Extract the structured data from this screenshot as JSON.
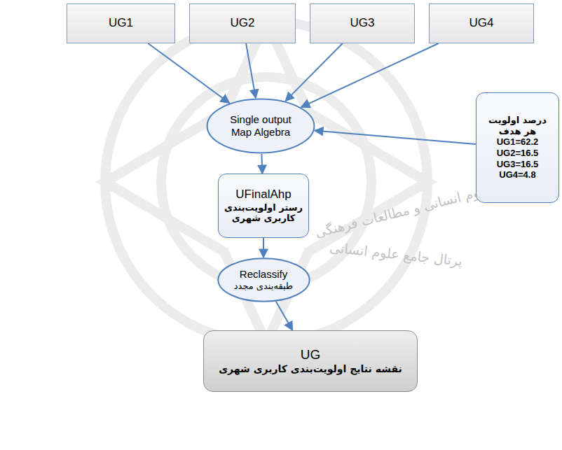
{
  "diagram": {
    "nodes": [
      {
        "text": [
          "UG1"
        ]
      },
      {
        "text": [
          "UG2"
        ]
      },
      {
        "text": [
          "UG3"
        ]
      },
      {
        "text": [
          "UG4"
        ]
      },
      {
        "text": [
          "Single output Map Algebra"
        ]
      },
      {
        "text": [
          "درصد اولویت هر هدف",
          "UG1=62.2",
          "UG2=16.5",
          "UG3=16.5",
          "UG4=4.8"
        ]
      },
      {
        "text": [
          "UFinalAhp",
          "رستر اولویت‌بندی کاربری شهری"
        ]
      },
      {
        "text": [
          "Reclassify",
          "طبقه‌بندی مجدد"
        ]
      },
      {
        "text": [
          "UG",
          "نقشه نتایج اولویت‌بندی کاربری شهری"
        ]
      }
    ],
    "edges": [
      {
        "from": 0,
        "to": 4,
        "arrow": "to"
      },
      {
        "from": 1,
        "to": 4,
        "arrow": "to"
      },
      {
        "from": 2,
        "to": 4,
        "arrow": "to"
      },
      {
        "from": 3,
        "to": 4,
        "arrow": "to"
      },
      {
        "from": 5,
        "to": 4,
        "arrow": "to"
      },
      {
        "from": 4,
        "to": 6,
        "arrow": "to"
      },
      {
        "from": 6,
        "to": 7,
        "arrow": "to"
      },
      {
        "from": 7,
        "to": 8,
        "arrow": "to"
      }
    ],
    "labels": [
      "پژوهشگاه علوم انسانی و مطالعات فرهنگی",
      "پرتال جامع علوم انسانی"
    ]
  }
}
